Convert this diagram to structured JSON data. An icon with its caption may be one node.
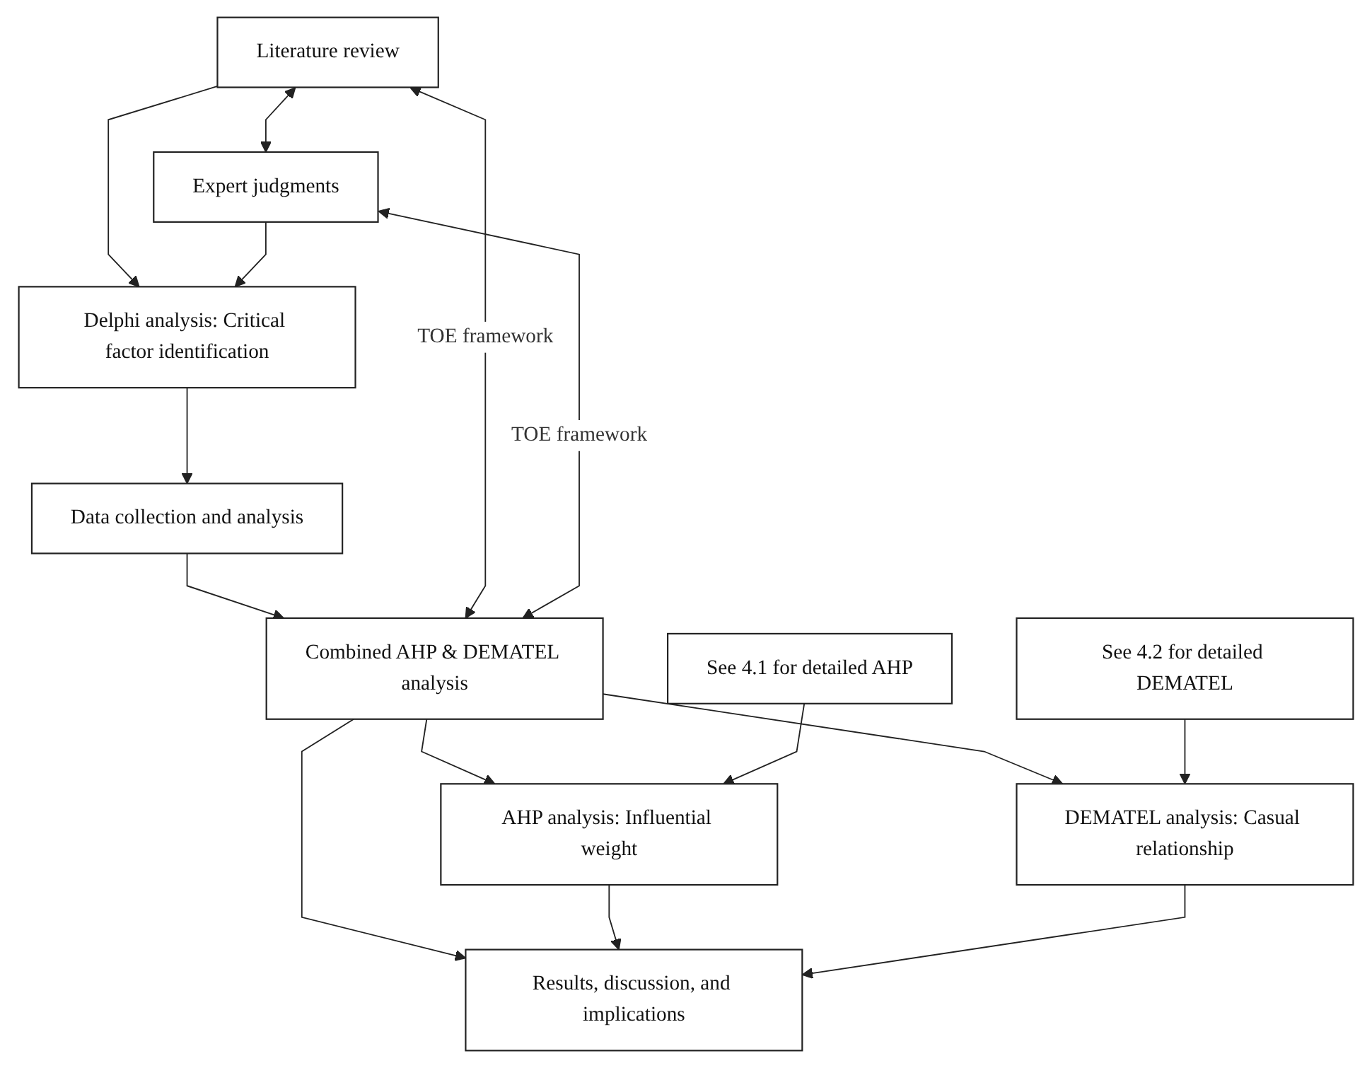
{
  "diagram": {
    "nodes": [
      {
        "text": [
          "Literature review"
        ]
      },
      {
        "text": [
          "Expert judgments"
        ]
      },
      {
        "text": [
          "Delphi analysis: Critical factor identification"
        ]
      },
      {
        "text": [
          "Data collection and analysis"
        ]
      },
      {
        "text": [
          "Combined AHP & DEMATEL analysis"
        ]
      },
      {
        "text": [
          "See 4.1 for detailed AHP"
        ]
      },
      {
        "text": [
          "See 4.2 for detailed DEMATEL"
        ]
      },
      {
        "text": [
          "AHP analysis: Influential weight"
        ]
      },
      {
        "text": [
          "DEMATEL analysis: Casual relationship"
        ]
      },
      {
        "text": [
          "Results, discussion, and implications"
        ]
      }
    ],
    "edges": [
      {
        "from": 0,
        "to": 1,
        "arrow": "both"
      },
      {
        "from": 0,
        "to": 2,
        "arrow": "to"
      },
      {
        "from": 1,
        "to": 2,
        "arrow": "to"
      },
      {
        "from": 2,
        "to": 3,
        "arrow": "to"
      },
      {
        "from": 3,
        "to": 4,
        "arrow": "to"
      },
      {
        "from": 0,
        "to": 4,
        "arrow": "both",
        "label": "TOE framework"
      },
      {
        "from": 1,
        "to": 4,
        "arrow": "both",
        "label": "TOE framework"
      },
      {
        "from": 4,
        "to": 7,
        "arrow": "to"
      },
      {
        "from": 4,
        "to": 9,
        "arrow": "to"
      },
      {
        "from": 4,
        "to": 8,
        "arrow": "to"
      },
      {
        "from": 5,
        "to": 7,
        "arrow": "to"
      },
      {
        "from": 6,
        "to": 8,
        "arrow": "to"
      },
      {
        "from": 7,
        "to": 9,
        "arrow": "to"
      },
      {
        "from": 8,
        "to": 9,
        "arrow": "to"
      }
    ]
  }
}
